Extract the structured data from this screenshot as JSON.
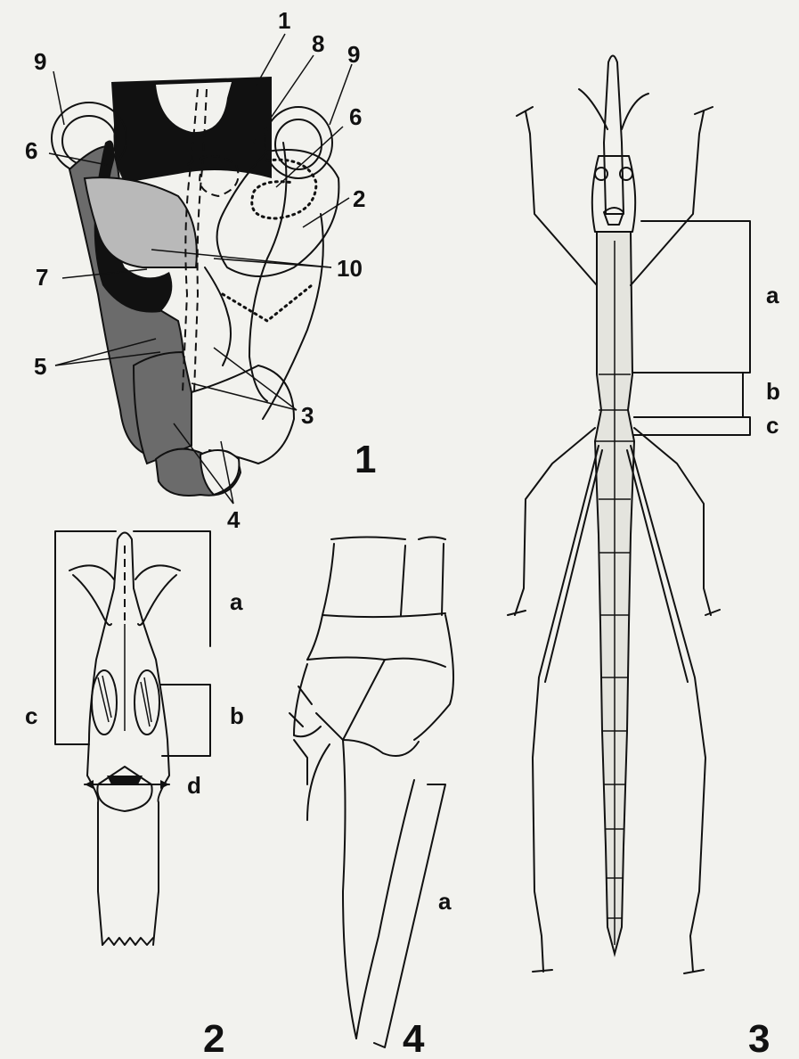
{
  "figure1": {
    "number": "1",
    "callouts": [
      "1",
      "8",
      "9",
      "9",
      "6",
      "6",
      "2",
      "7",
      "10",
      "5",
      "3",
      "4"
    ],
    "colors": {
      "black": "#111111",
      "dark_gray": "#6b6b6b",
      "light_gray": "#b9b9b9"
    }
  },
  "figure2": {
    "number": "2",
    "labels": [
      "a",
      "b",
      "c",
      "d"
    ]
  },
  "figure3": {
    "number": "3",
    "labels": [
      "a",
      "b",
      "c"
    ]
  },
  "figure4": {
    "number": "4",
    "labels": [
      "a"
    ]
  }
}
